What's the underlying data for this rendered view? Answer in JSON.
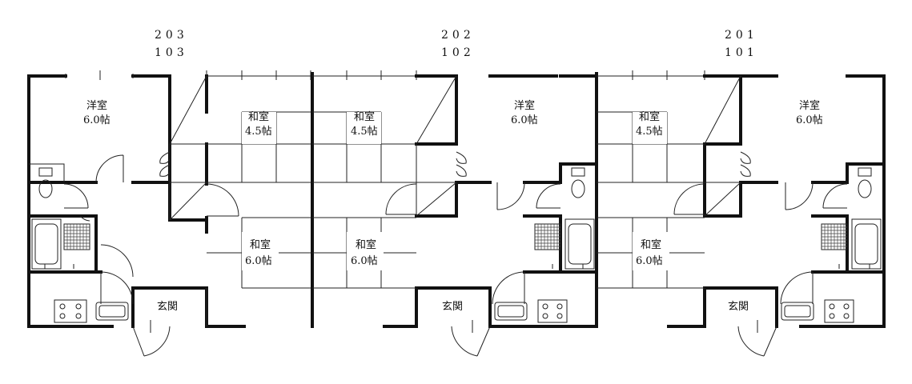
{
  "units": [
    {
      "upper": "203",
      "lower": "103"
    },
    {
      "upper": "202",
      "lower": "102"
    },
    {
      "upper": "201",
      "lower": "101"
    }
  ],
  "rooms": {
    "western": "洋室",
    "western_size": "6.0帖",
    "japanese": "和室",
    "japanese_small_size": "4.5帖",
    "japanese_large_size": "6.0帖",
    "entrance": "玄関"
  },
  "colors": {
    "ink": "#111111",
    "paper": "#ffffff"
  }
}
